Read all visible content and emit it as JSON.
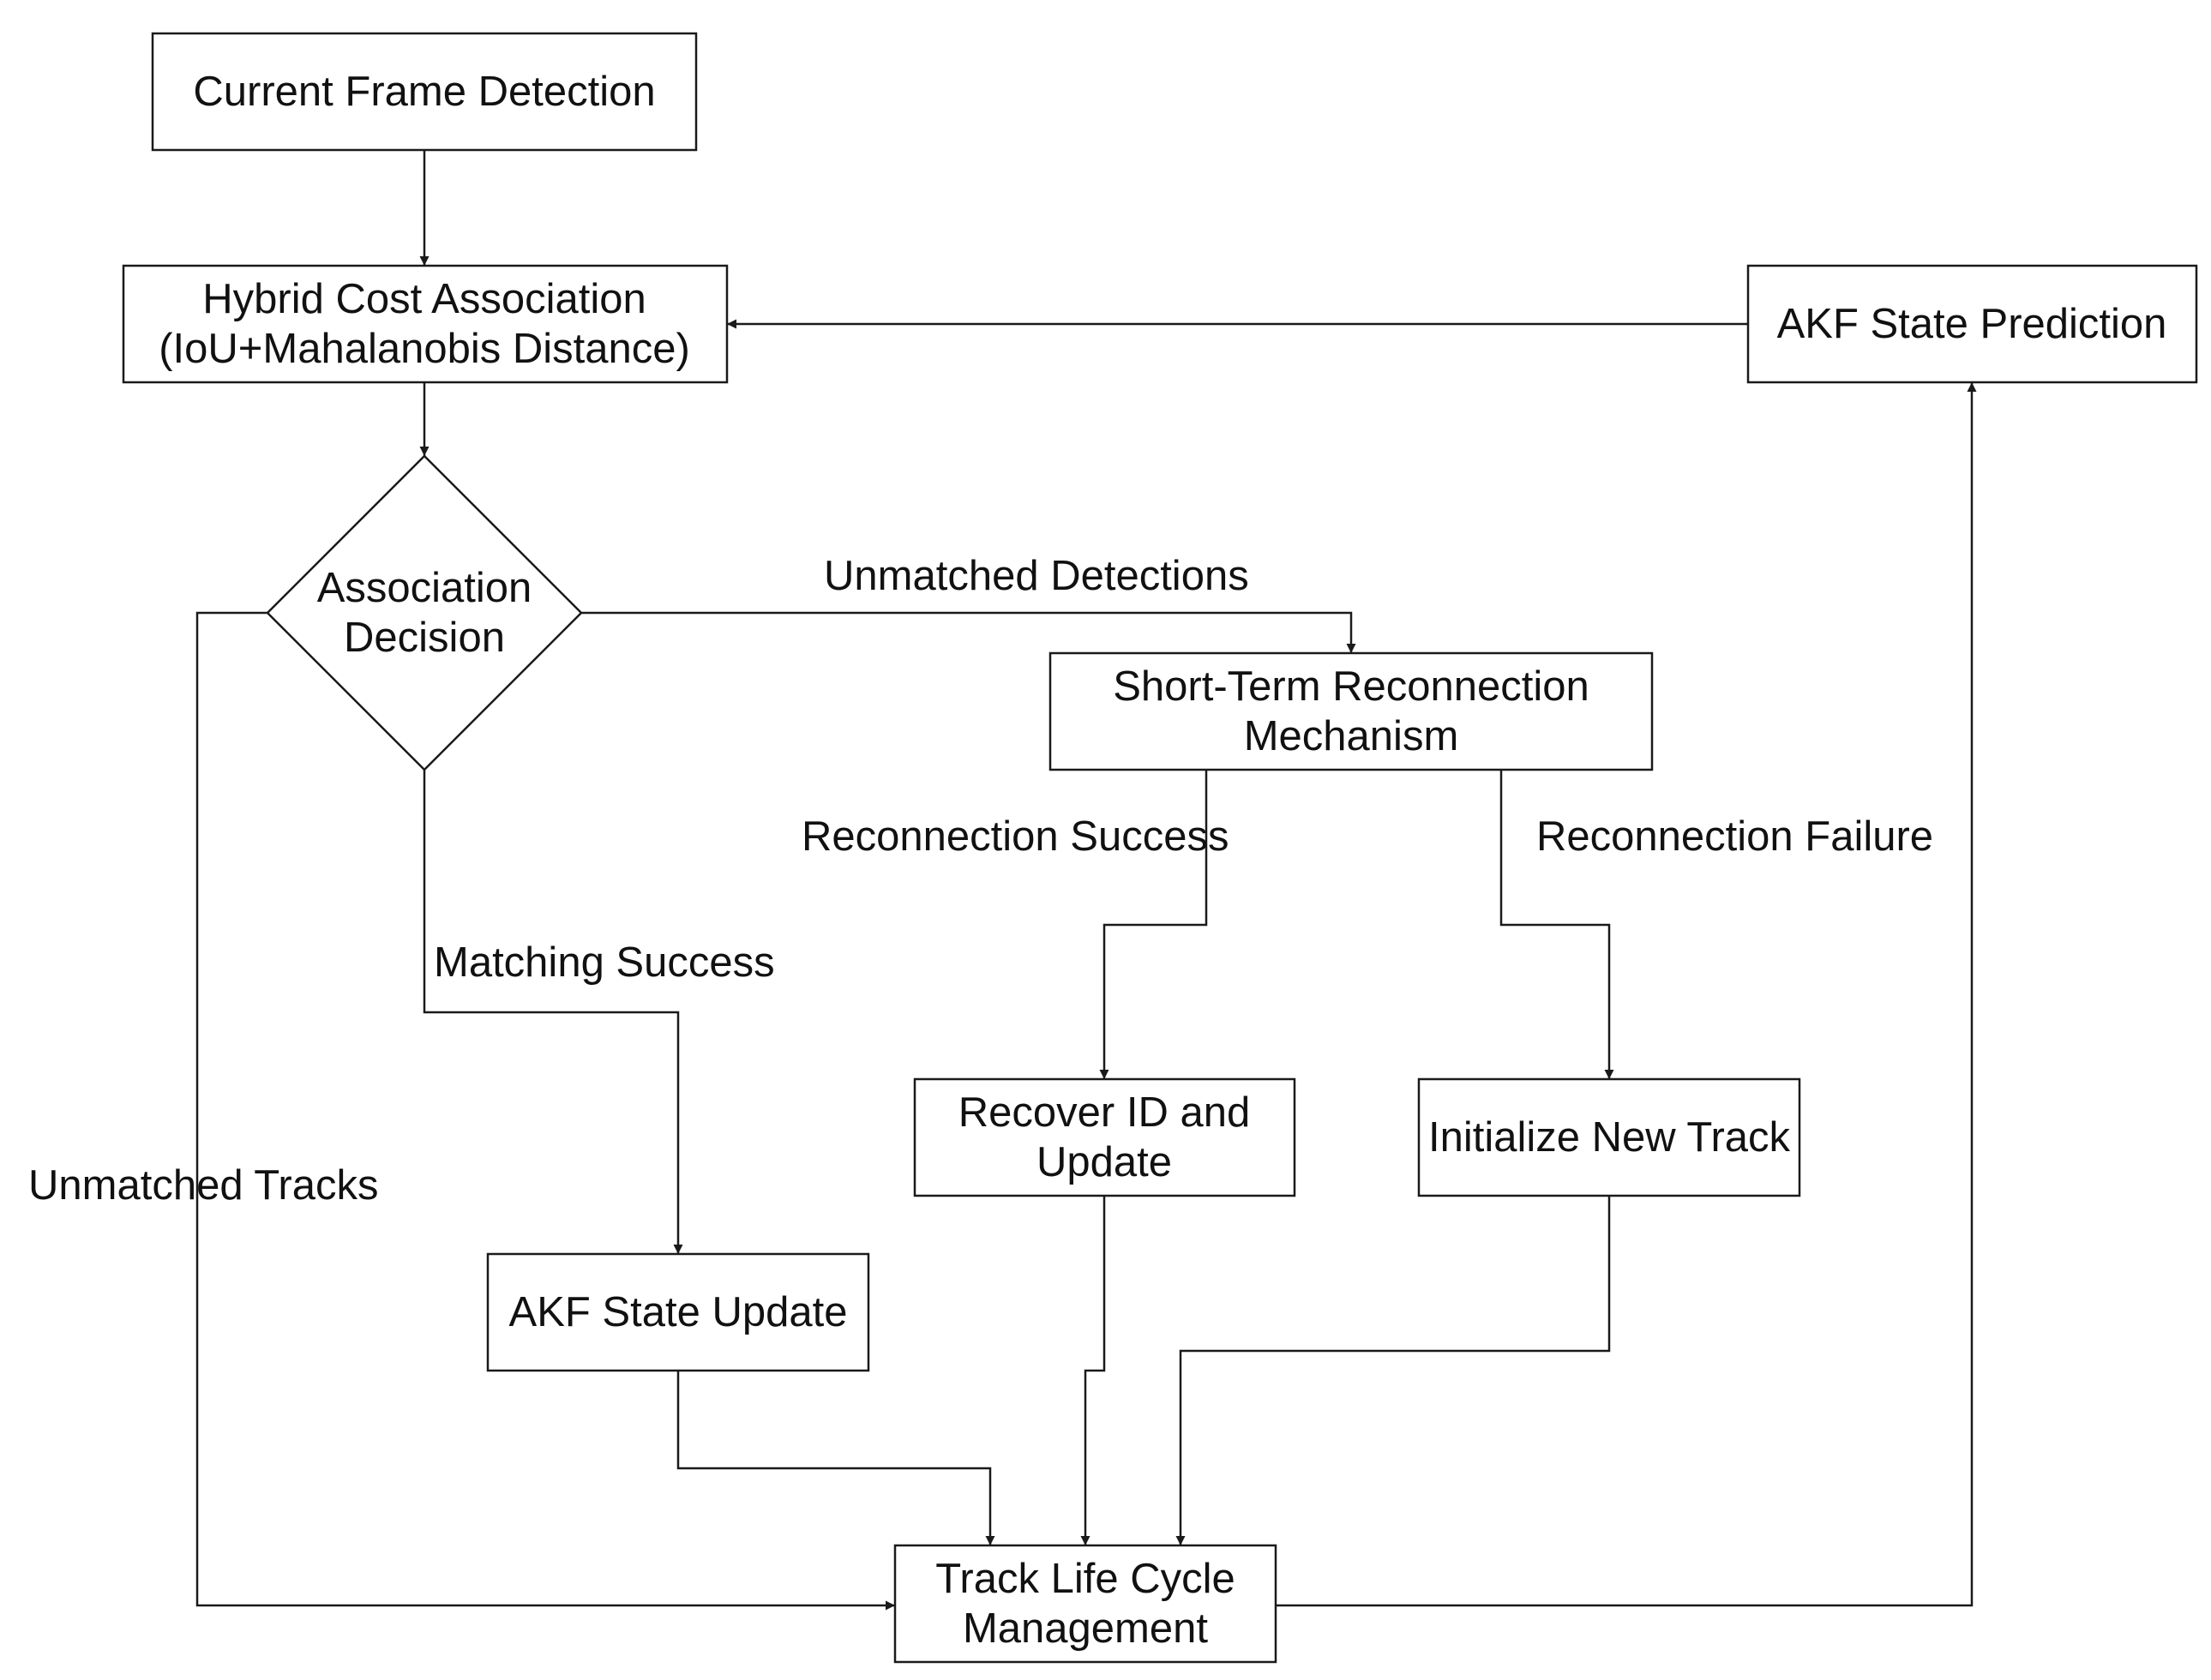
{
  "diagram": {
    "nodes": {
      "current_frame_detection": {
        "lines": [
          "Current Frame Detection"
        ]
      },
      "hybrid_cost_association": {
        "lines": [
          "Hybrid Cost Association",
          "(IoU+Mahalanobis Distance)"
        ]
      },
      "akf_state_prediction": {
        "lines": [
          "AKF State Prediction"
        ]
      },
      "association_decision": {
        "lines": [
          "Association",
          "Decision"
        ]
      },
      "short_term_reconnection": {
        "lines": [
          "Short-Term Reconnection",
          "Mechanism"
        ]
      },
      "recover_id_update": {
        "lines": [
          "Recover ID and",
          "Update"
        ]
      },
      "initialize_new_track": {
        "lines": [
          "Initialize New Track"
        ]
      },
      "akf_state_update": {
        "lines": [
          "AKF State Update"
        ]
      },
      "track_life_cycle": {
        "lines": [
          "Track Life Cycle",
          "Management"
        ]
      }
    },
    "edge_labels": {
      "unmatched_detections": "Unmatched Detections",
      "reconnection_success": "Reconnection Success",
      "reconnection_failure": "Reconnection Failure",
      "matching_success": "Matching Success",
      "unmatched_tracks": "Unmatched Tracks"
    }
  }
}
